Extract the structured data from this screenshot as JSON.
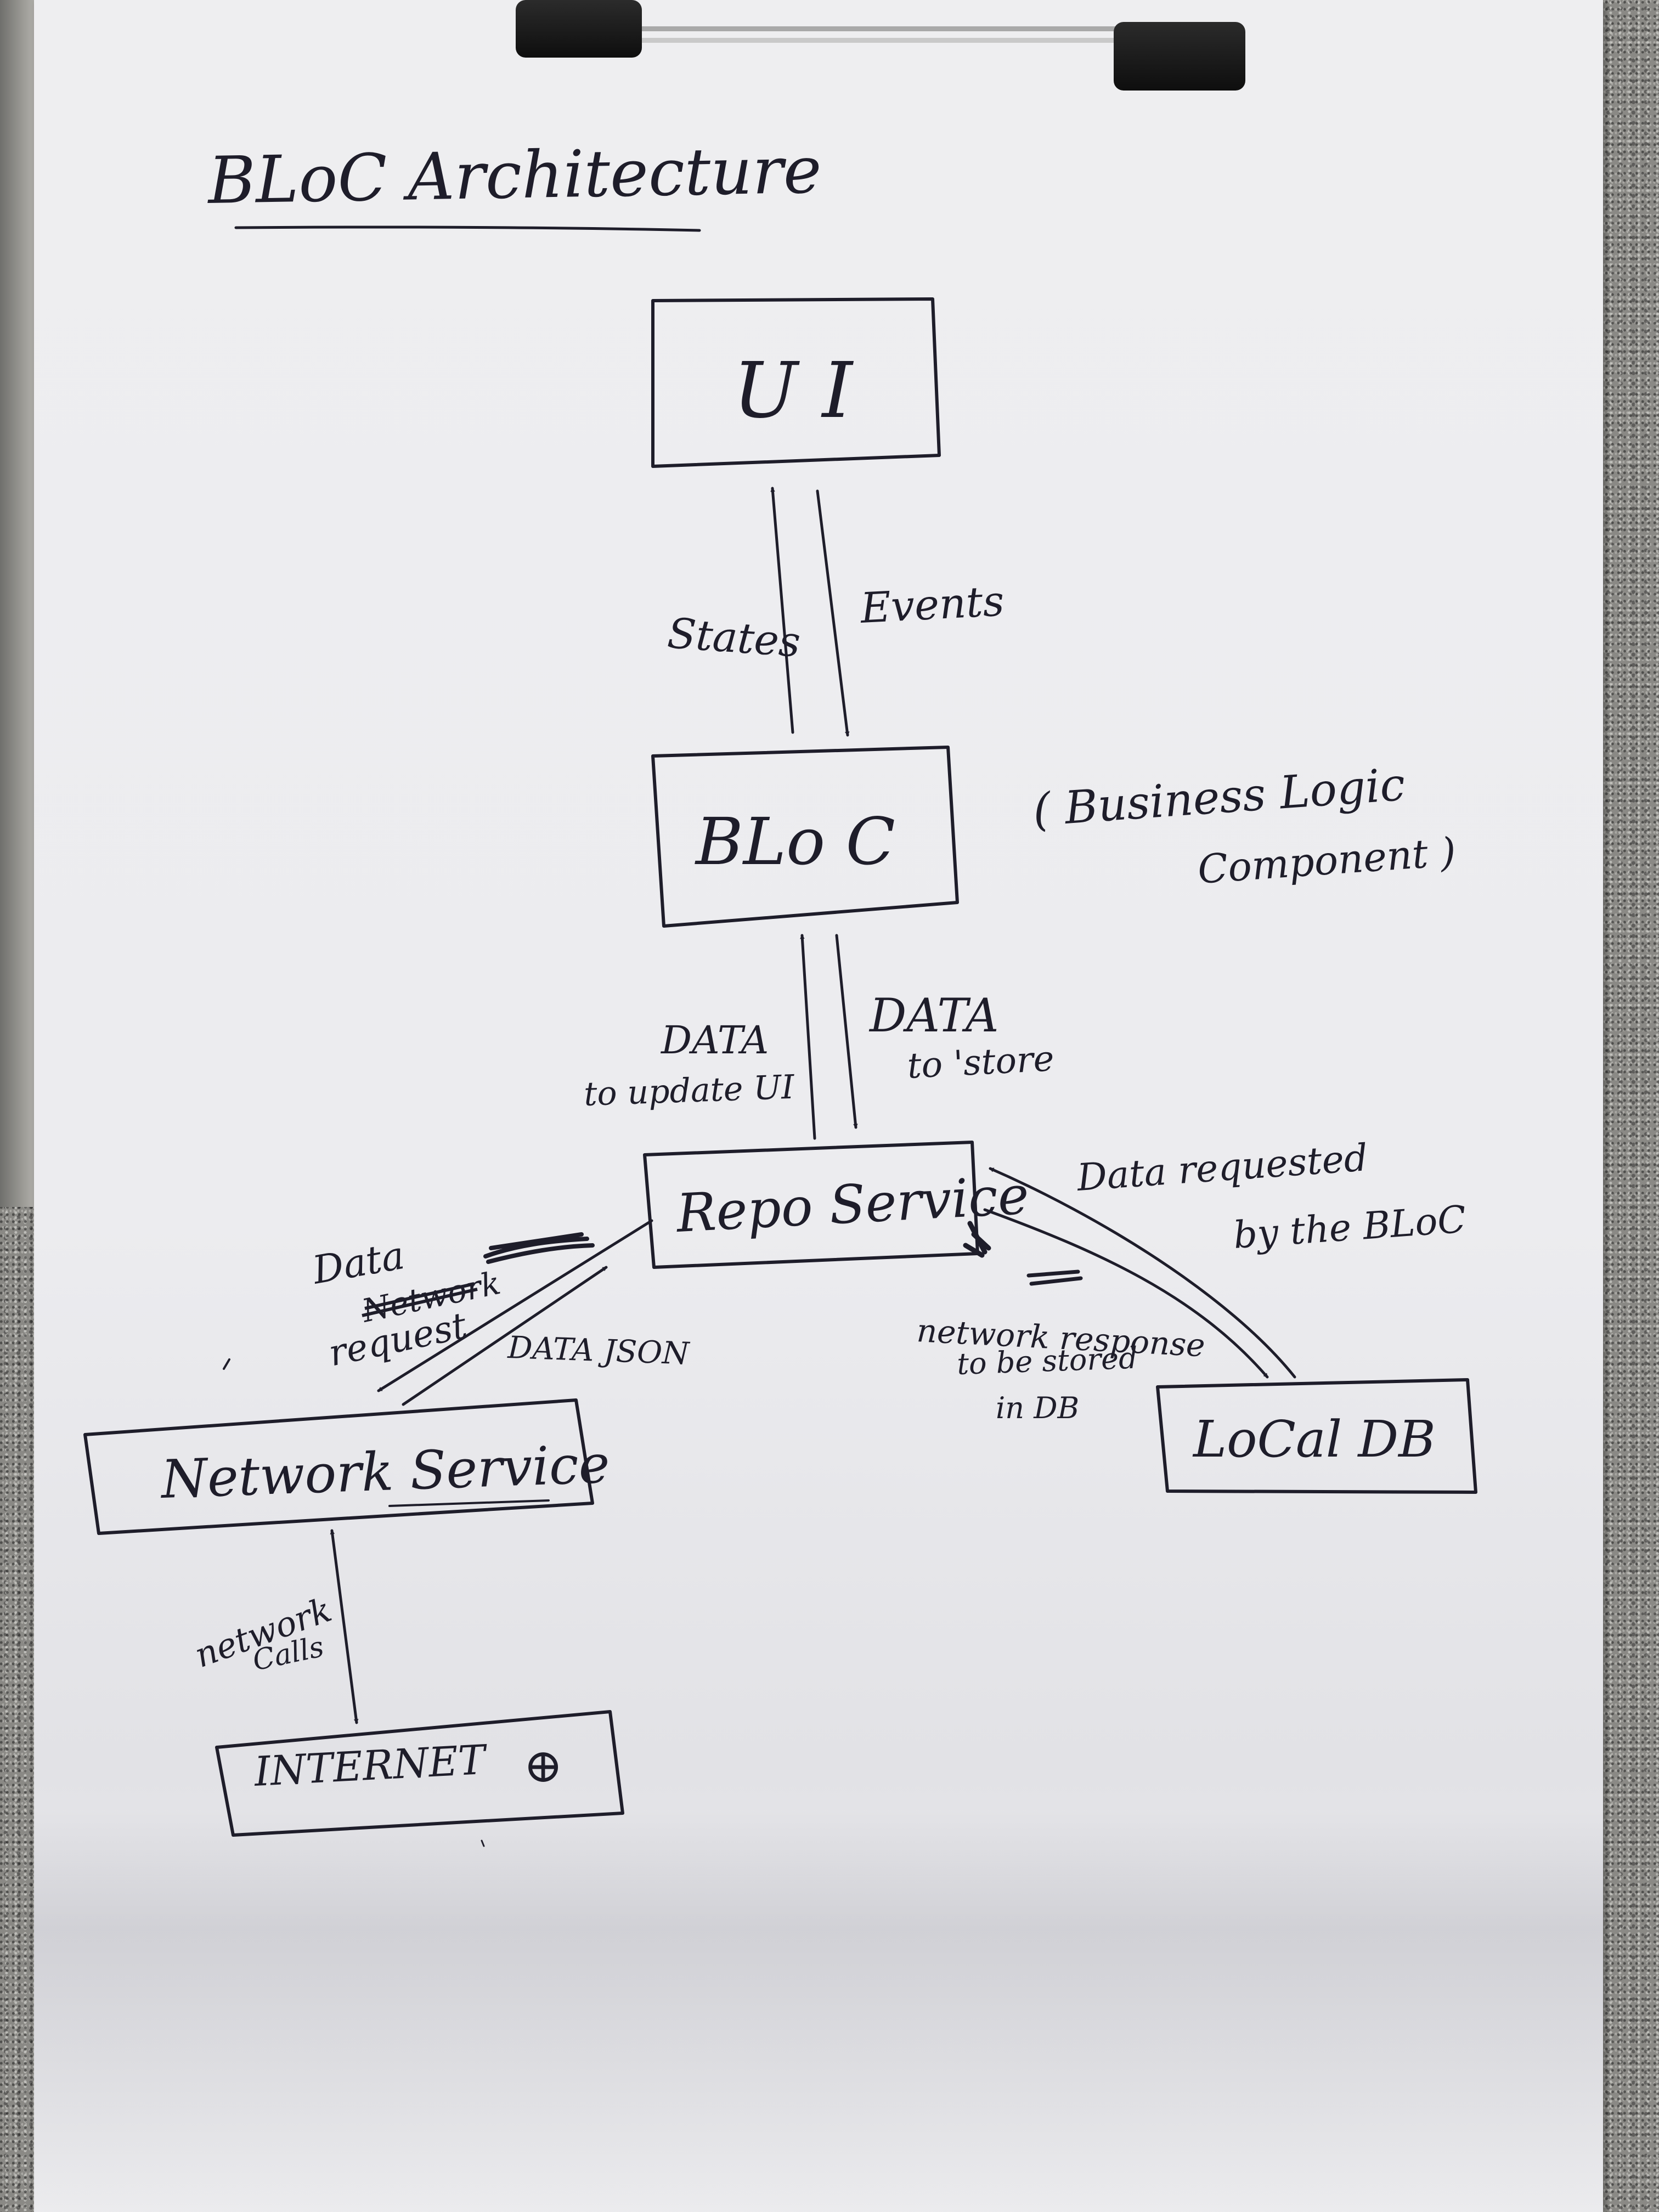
{
  "title": "BLoC Architecture",
  "nodes": {
    "ui": "U I",
    "bloc": "BLo C",
    "bloc_note": [
      "( Business Logic",
      "Component )"
    ],
    "repo": "Repo Service",
    "network": "Network Service",
    "localdb": "LoCal DB",
    "internet": "INTERNET",
    "internet_symbol": "⊕"
  },
  "edges": {
    "states": "States",
    "events": "Events",
    "data_up": [
      "DATA",
      "to update UI"
    ],
    "data_down": [
      "DATA",
      "to 'store"
    ],
    "data_request": [
      "Data",
      "Network",
      "request"
    ],
    "data_json": "DATA JSON",
    "db_requested": [
      "Data requested",
      "by the BLoC"
    ],
    "db_response": [
      "network response",
      "to be stored",
      "in DB"
    ],
    "network_calls": [
      "network",
      "Calls"
    ]
  },
  "colors": {
    "ink": "#1e1d2a",
    "paper": "#ececef",
    "counter": "#8a8985"
  }
}
